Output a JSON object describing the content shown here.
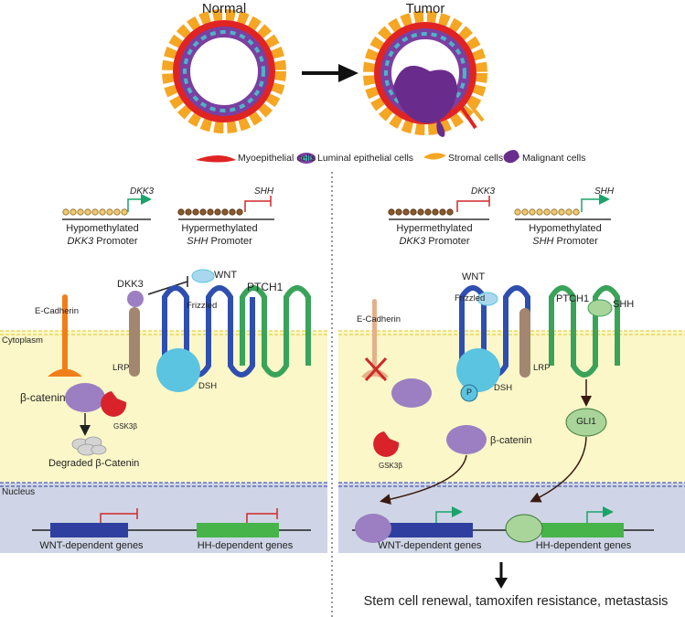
{
  "top": {
    "normal_label": "Normal",
    "tumor_label": "Tumor"
  },
  "legend": {
    "myoepithelial": "Myoepithelial cells",
    "luminal": "Luminal epithelial cells",
    "stromal": "Stromal cells",
    "malignant": "Malignant cells"
  },
  "left": {
    "promoter1": {
      "gene": "DKK3",
      "line1": "Hypomethylated",
      "gene_italic": "DKK3",
      "suffix": " Promoter"
    },
    "promoter2": {
      "gene": "SHH",
      "line1": "Hypermethylated",
      "gene_italic": "SHH",
      "suffix": " Promoter"
    },
    "dkk3": "DKK3",
    "wnt": "WNT",
    "ecadherin": "E-Cadherin",
    "frizzled": "Frizzled",
    "ptch1": "PTCH1",
    "cytoplasm": "Cytoplasm",
    "lrp": "LRP",
    "dsh": "DSH",
    "beta_catenin": "β-catenin",
    "gsk3b": "GSK3β",
    "degraded": "Degraded β-Catenin",
    "nucleus": "Nucleus",
    "wnt_genes": "WNT-dependent genes",
    "hh_genes": "HH-dependent genes"
  },
  "right": {
    "promoter1": {
      "gene": "DKK3",
      "line1": "Hypermethylated",
      "gene_italic": "DKK3",
      "suffix": " Promoter"
    },
    "promoter2": {
      "gene": "SHH",
      "line1": "Hypomethylated",
      "gene_italic": "SHH",
      "suffix": " Promoter"
    },
    "wnt": "WNT",
    "ecadherin": "E-Cadherin",
    "frizzled": "Frizzled",
    "ptch1": "PTCH1",
    "shh": "SHH",
    "lrp": "LRP",
    "dsh": "DSH",
    "p": "P",
    "gsk3b": "GSK3β",
    "beta_catenin": "β-catenin",
    "gli1": "GLI1",
    "wnt_genes": "WNT-dependent genes",
    "hh_genes": "HH-dependent genes",
    "outcome": "Stem cell renewal, tamoxifen resistance, metastasis"
  },
  "colors": {
    "myoepithelial": "#e02424",
    "luminal": "#7b3fa0",
    "luminal_nucleus": "#4fb3c8",
    "stromal": "#f5a623",
    "malignant": "#6a2c8c",
    "cytoplasm": "#fbf7c8",
    "nucleus": "#cfd5e6",
    "frizzled": "#2f4fb0",
    "ptch1": "#3aa35a",
    "dsh": "#5bc4e0",
    "beta_catenin": "#9b7fc2",
    "gsk3b": "#d8232a",
    "gli1": "#a9d49a",
    "wnt_gene": "#2f3f9f",
    "hh_gene": "#47b44a",
    "green_arrow": "#1aa36b",
    "red_block": "#d02828"
  }
}
